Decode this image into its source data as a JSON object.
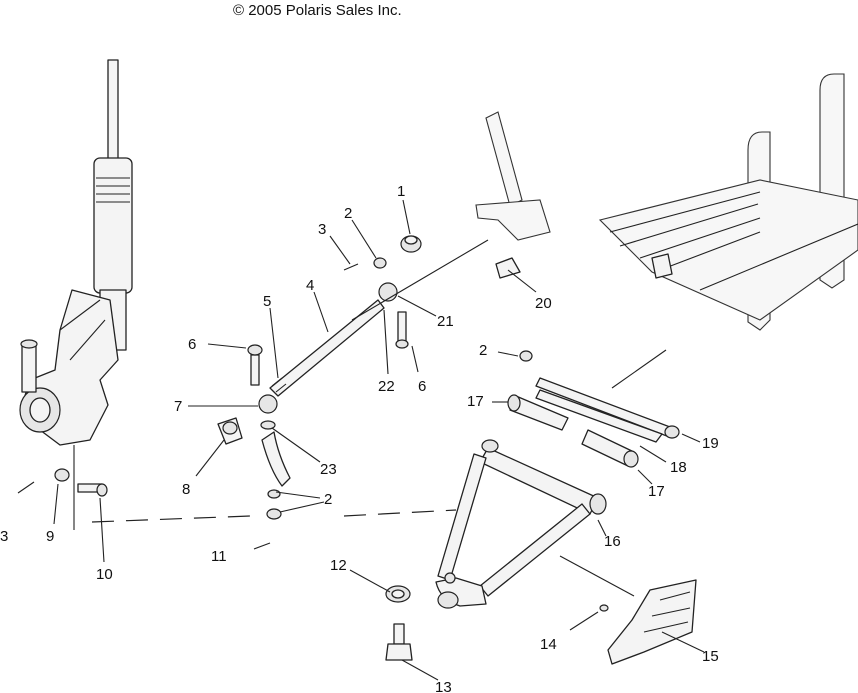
{
  "copyright": "© 2005 Polaris Sales Inc.",
  "callouts": {
    "c1": "1",
    "c2a": "2",
    "c2b": "2",
    "c2c": "2",
    "c3a": "3",
    "c3b": "3",
    "c4": "4",
    "c5": "5",
    "c6a": "6",
    "c6b": "6",
    "c7": "7",
    "c8": "8",
    "c9": "9",
    "c10": "10",
    "c11": "11",
    "c12": "12",
    "c13": "13",
    "c14": "14",
    "c15": "15",
    "c16": "16",
    "c17a": "17",
    "c17b": "17",
    "c18": "18",
    "c19": "19",
    "c20": "20",
    "c21": "21",
    "c22": "22",
    "c23": "23"
  }
}
